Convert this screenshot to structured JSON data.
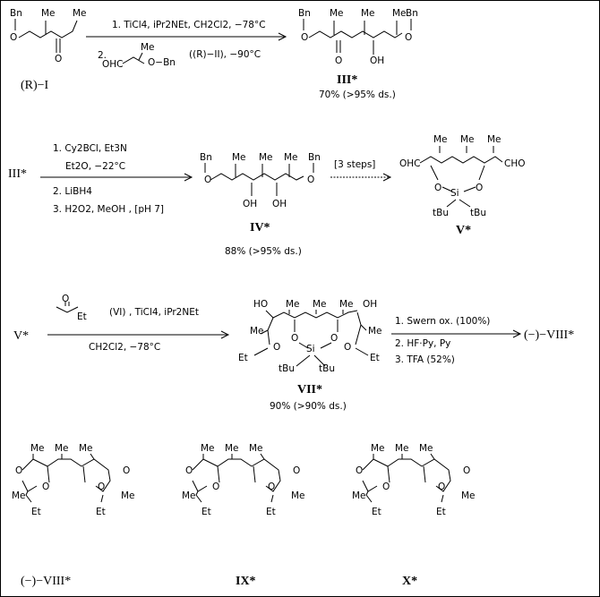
{
  "compounds": {
    "c1": "(R)−I",
    "c3": "III*",
    "c3_ref": "III*",
    "c4": "IV*",
    "c5": "V*",
    "c5_ref": "V*",
    "c7": "VII*",
    "c8_product": "(−)−VIII*",
    "c8": "(−)−VIII*",
    "c9": "IX*",
    "c10": "X*"
  },
  "step1": {
    "cond1": "1. TiCl4, iPr2NEt,  CH2Cl2, −78°C",
    "cond2_prefix": "2.",
    "cond2_suffix": "((R)−II), −90°C",
    "yield": "70% (>95% ds.)"
  },
  "step2": {
    "cond1": "1. Cy2BCl, Et3N",
    "cond1b": "Et2O, −22°C",
    "cond2": "2. LiBH4",
    "cond3": "3. H2O2, MeOH , [pH 7]",
    "yield": "88% (>95% ds.)",
    "extra": "[3 steps]"
  },
  "step3": {
    "reagent_label": "(VI)",
    "cond1": ", TiCl4, iPr2NEt",
    "cond2": "CH2Cl2, −78°C",
    "yield": "90% (>90% ds.)"
  },
  "step4": {
    "cond1": "1. Swern ox. (100%)",
    "cond2": "2. HF·Py,  Py",
    "cond3": "3. TFA  (52%)"
  },
  "atoms": {
    "Bn": "Bn",
    "O": "O",
    "Me": "Me",
    "OH": "OH",
    "HO": "HO",
    "OHC": "OHC",
    "CHO": "CHO",
    "Si": "Si",
    "tBu": "tBu",
    "Et": "Et",
    "II_frag": "OHC",
    "II_tail": "O−Bn"
  }
}
